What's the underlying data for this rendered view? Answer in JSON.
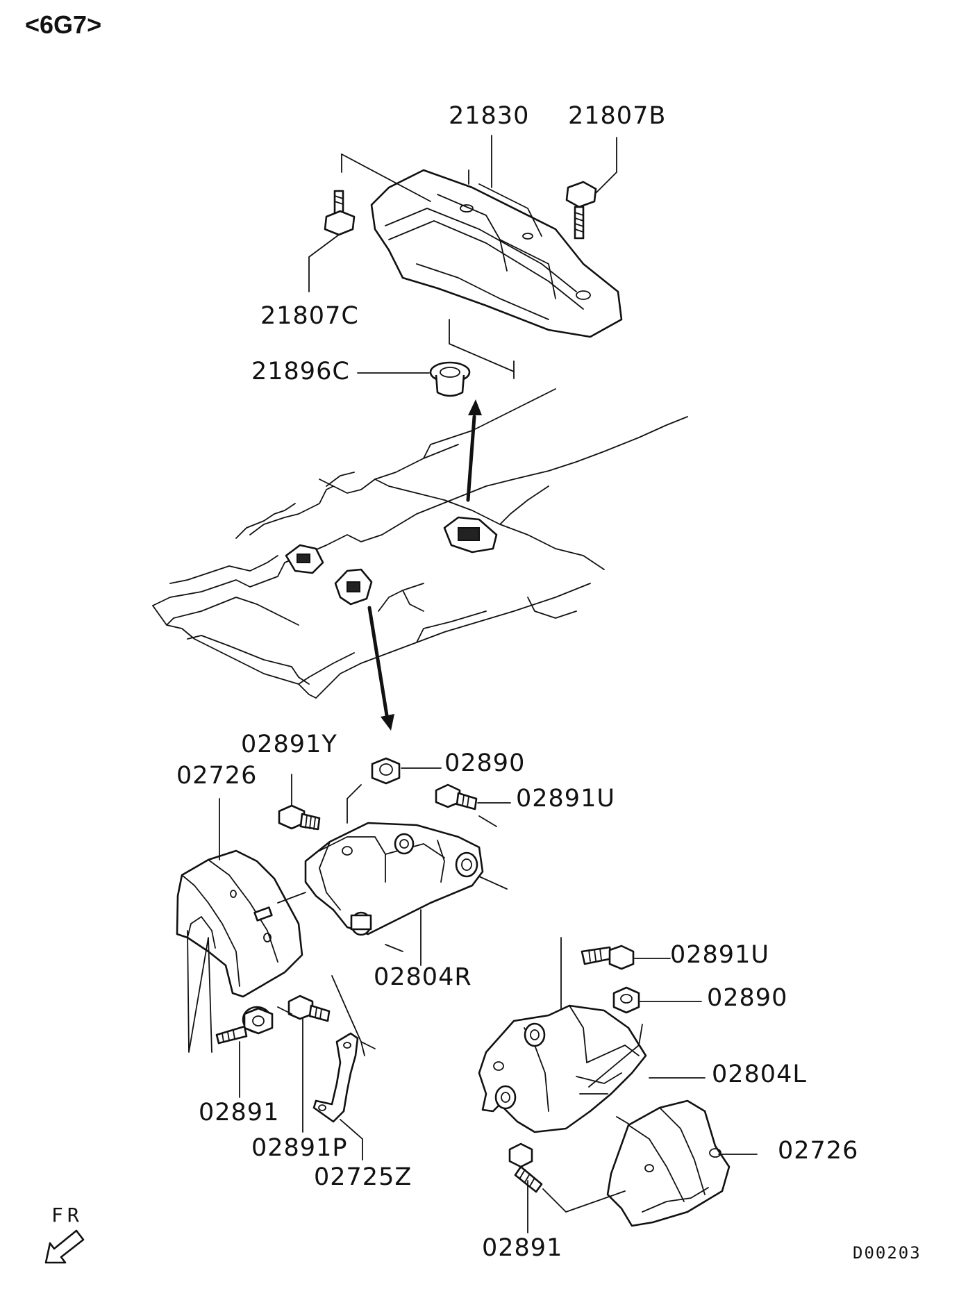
{
  "title": "<6G7>",
  "drawing_code": "D00203",
  "orientation_label": "FR",
  "callouts": {
    "p21830": "21830",
    "p21807B": "21807B",
    "p21807C": "21807C",
    "p21896C": "21896C",
    "p02891Y": "02891Y",
    "p02890_a": "02890",
    "p02726_a": "02726",
    "p02891U_a": "02891U",
    "p02804R": "02804R",
    "p02891U_b": "02891U",
    "p02890_b": "02890",
    "p02804L": "02804L",
    "p02726_b": "02726",
    "p02891_a": "02891",
    "p02891P": "02891P",
    "p02725Z": "02725Z",
    "p02891_b": "02891"
  },
  "icons": {
    "front_arrow": "fr-arrow-icon"
  }
}
